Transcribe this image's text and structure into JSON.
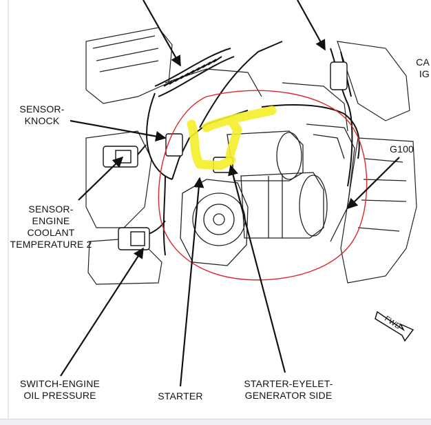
{
  "labels": {
    "sensor_knock": [
      "SENSOR-",
      "KNOCK"
    ],
    "sensor_coolant": [
      "SENSOR-",
      "ENGINE",
      "COOLANT",
      "TEMPERATURE 2"
    ],
    "switch_oil": [
      "SWITCH-ENGINE",
      "OIL PRESSURE"
    ],
    "starter": "STARTER",
    "starter_eyelet": [
      "STARTER-EYELET-",
      "GENERATOR SIDE"
    ],
    "g100": "G100",
    "cut_off_top": [
      "CA",
      "IG"
    ],
    "fwd": "FWD"
  },
  "colors": {
    "line": "#111111",
    "highlight": "#f5ef2a",
    "circle": "#e0242b",
    "background": "#ffffff"
  }
}
